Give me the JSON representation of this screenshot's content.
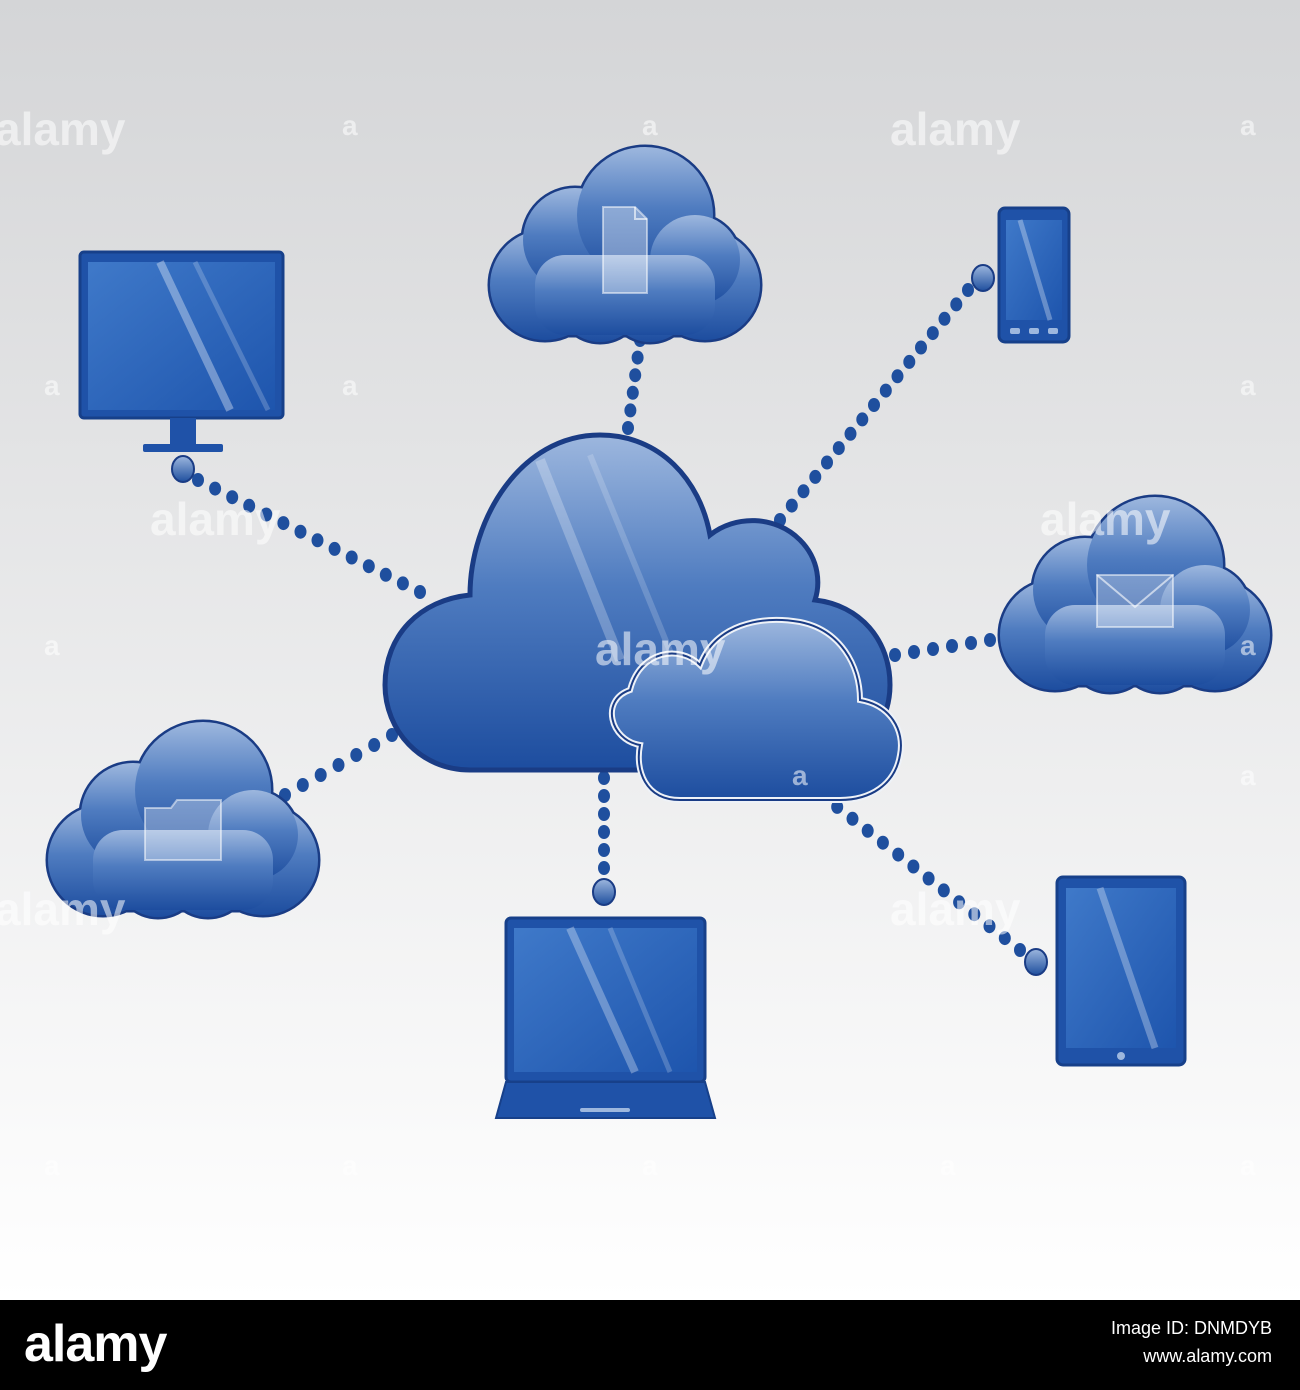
{
  "watermark": {
    "text": "alamy",
    "mark": "a"
  },
  "diagram": {
    "hub": {
      "name": "central-cloud",
      "icon": "cloud-icon"
    },
    "nodes": [
      {
        "name": "monitor",
        "icon": "monitor-icon"
      },
      {
        "name": "document-cloud",
        "icon": "document-icon"
      },
      {
        "name": "smartphone",
        "icon": "smartphone-icon"
      },
      {
        "name": "mail-cloud",
        "icon": "envelope-icon"
      },
      {
        "name": "tablet",
        "icon": "tablet-icon"
      },
      {
        "name": "laptop",
        "icon": "laptop-icon"
      },
      {
        "name": "folder-cloud",
        "icon": "folder-icon"
      }
    ],
    "colors": {
      "primary": "#1e4a9a",
      "outline": "#1a3c85",
      "dots": "#1f4f9e",
      "background_top": "#d4d5d7",
      "background_bottom": "#ffffff"
    }
  },
  "footer": {
    "logo": "alamy",
    "image_id_label": "Image ID: DNMDYB",
    "url": "www.alamy.com"
  }
}
